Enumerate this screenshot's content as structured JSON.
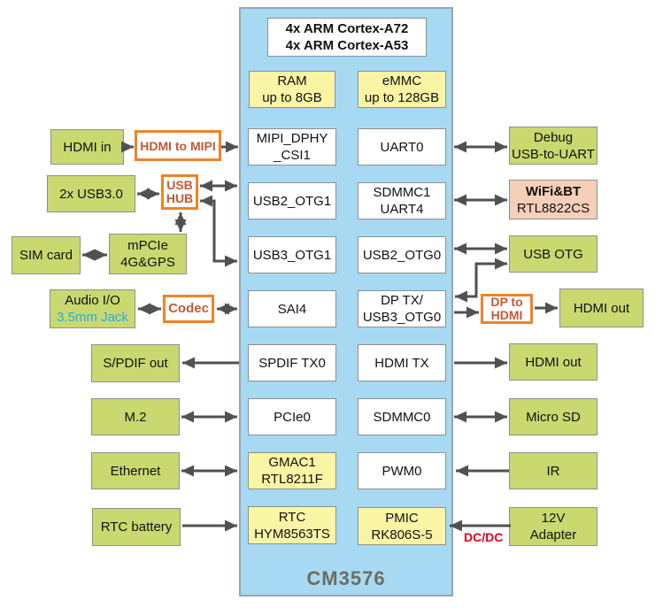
{
  "colors": {
    "panel_blue": "#a7d9f2",
    "box_green": "#c9d96f",
    "box_yellow": "#faf5a5",
    "box_pink": "#f5cfba",
    "border_gray": "#8f8f8f",
    "orange_border": "#f08228",
    "orange_text": "#c05a35",
    "arrow_gray": "#515151",
    "red_text": "#e60019",
    "cyan_text": "#29abe2",
    "title_gray": "#6e6c60"
  },
  "soc": {
    "title": "CM3576",
    "cpu": {
      "line1": "4x ARM Cortex-A72",
      "line2": "4x ARM Cortex-A53"
    },
    "memory": [
      {
        "line1": "RAM",
        "line2": "up to 8GB"
      },
      {
        "line1": "eMMC",
        "line2": "up to 128GB"
      }
    ],
    "left_ports": [
      {
        "line1": "MIPI_DPHY",
        "line2": "_CSI1"
      },
      {
        "line1": "USB2_OTG1"
      },
      {
        "line1": "USB3_OTG1"
      },
      {
        "line1": "SAI4"
      },
      {
        "line1": "SPDIF TX0"
      },
      {
        "line1": "PCIe0"
      },
      {
        "line1": "GMAC1",
        "line2": "RTL8211F"
      },
      {
        "line1": "RTC",
        "line2": "HYM8563TS"
      }
    ],
    "right_ports": [
      {
        "line1": "UART0"
      },
      {
        "line1": "SDMMC1",
        "line2": "UART4"
      },
      {
        "line1": "USB2_OTG0"
      },
      {
        "line1": "DP TX/",
        "line2": "USB3_OTG0"
      },
      {
        "line1": "HDMI TX"
      },
      {
        "line1": "SDMMC0"
      },
      {
        "line1": "PWM0"
      },
      {
        "line1": "PMIC",
        "line2": "RK806S-5"
      }
    ]
  },
  "left_devices": [
    {
      "line1": "HDMI in"
    },
    {
      "line1": "2x USB3.0"
    },
    {
      "line1": "SIM card"
    },
    {
      "line1": "mPCIe",
      "line2": "4G&GPS"
    },
    {
      "line1": "Audio I/O",
      "line2": "3.5mm Jack"
    },
    {
      "line1": "S/PDIF out"
    },
    {
      "line1": "M.2"
    },
    {
      "line1": "Ethernet"
    },
    {
      "line1": "RTC battery"
    }
  ],
  "converters": [
    {
      "label": "HDMI to MIPI"
    },
    {
      "line1": "USB",
      "line2": "HUB"
    },
    {
      "label": "Codec"
    },
    {
      "line1": "DP to",
      "line2": "HDMI"
    }
  ],
  "right_devices": [
    {
      "line1": "Debug",
      "line2": "USB-to-UART"
    },
    {
      "line1": "WiFi&BT",
      "line2": "RTL8822CS"
    },
    {
      "line1": "USB OTG"
    },
    {
      "line1": "HDMI out"
    },
    {
      "line1": "HDMI out"
    },
    {
      "line1": "Micro SD"
    },
    {
      "line1": "IR"
    },
    {
      "line1": "12V",
      "line2": "Adapter"
    }
  ],
  "annotations": {
    "dcdc": "DC/DC"
  }
}
